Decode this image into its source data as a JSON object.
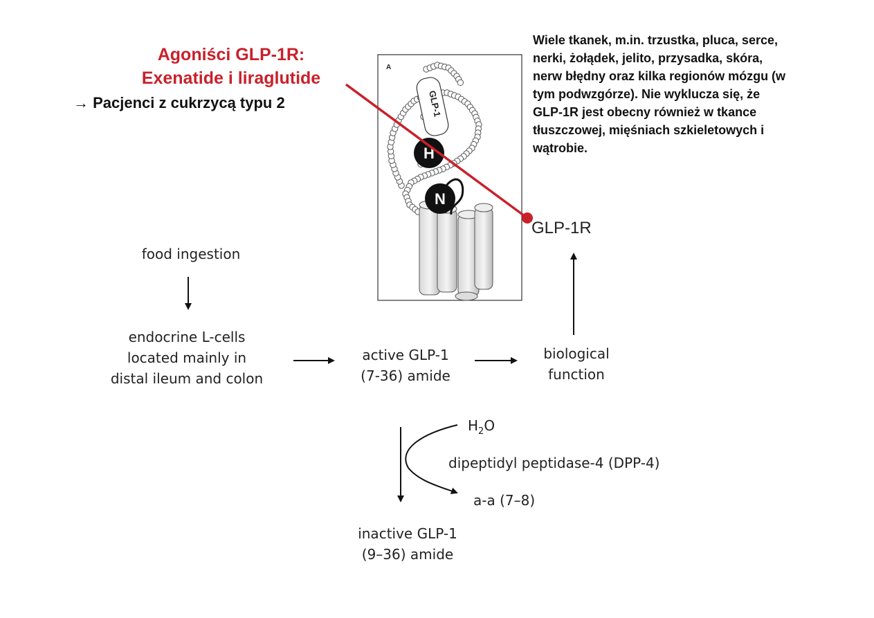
{
  "agonists": {
    "line1": "Agoniści GLP-1R:",
    "line2": "Exenatide i liraglutide",
    "patients": "Pacjenci z cukrzycą typu 2",
    "arrow_glyph": "→"
  },
  "tissues": {
    "text_before_bold": "Wiele tkanek, m.in. trzustka, pluca, serce, nerki, żołądek, jelito, przysadka, skóra, nerw błędny oraz kilka regionów mózgu (w tym podwzgórze). Nie wyklucza się, że ",
    "bold_term": "GLP-1R",
    "text_after_bold": "  jest obecny również w tkance tłuszczowej, mięśniach szkieletowych i wątrobie."
  },
  "receptor_figure": {
    "panel_letter": "A",
    "ligand_label": "GLP-1",
    "domain_h": "H",
    "domain_n": "N",
    "receptor_label": "GLP-1R"
  },
  "pathway": {
    "food_ingestion": "food ingestion",
    "l_cells_line1": "endocrine L-cells",
    "l_cells_line2": "located mainly in",
    "l_cells_line3": "distal ileum and colon",
    "active_line1": "active GLP-1",
    "active_line2": "(7-36) amide",
    "bio_line1": "biological",
    "bio_line2": "function",
    "water_main": "H",
    "water_sub": "2",
    "water_tail": "O",
    "enzyme": "dipeptidyl peptidase-4 (DPP-4)",
    "dipeptide": "a-a (7–8)",
    "inactive_line1": "inactive GLP-1",
    "inactive_line2": "(9–36) amide"
  },
  "colors": {
    "accent_red": "#c8212b",
    "text": "#111111",
    "figure_grey": "#bdbdbd"
  }
}
